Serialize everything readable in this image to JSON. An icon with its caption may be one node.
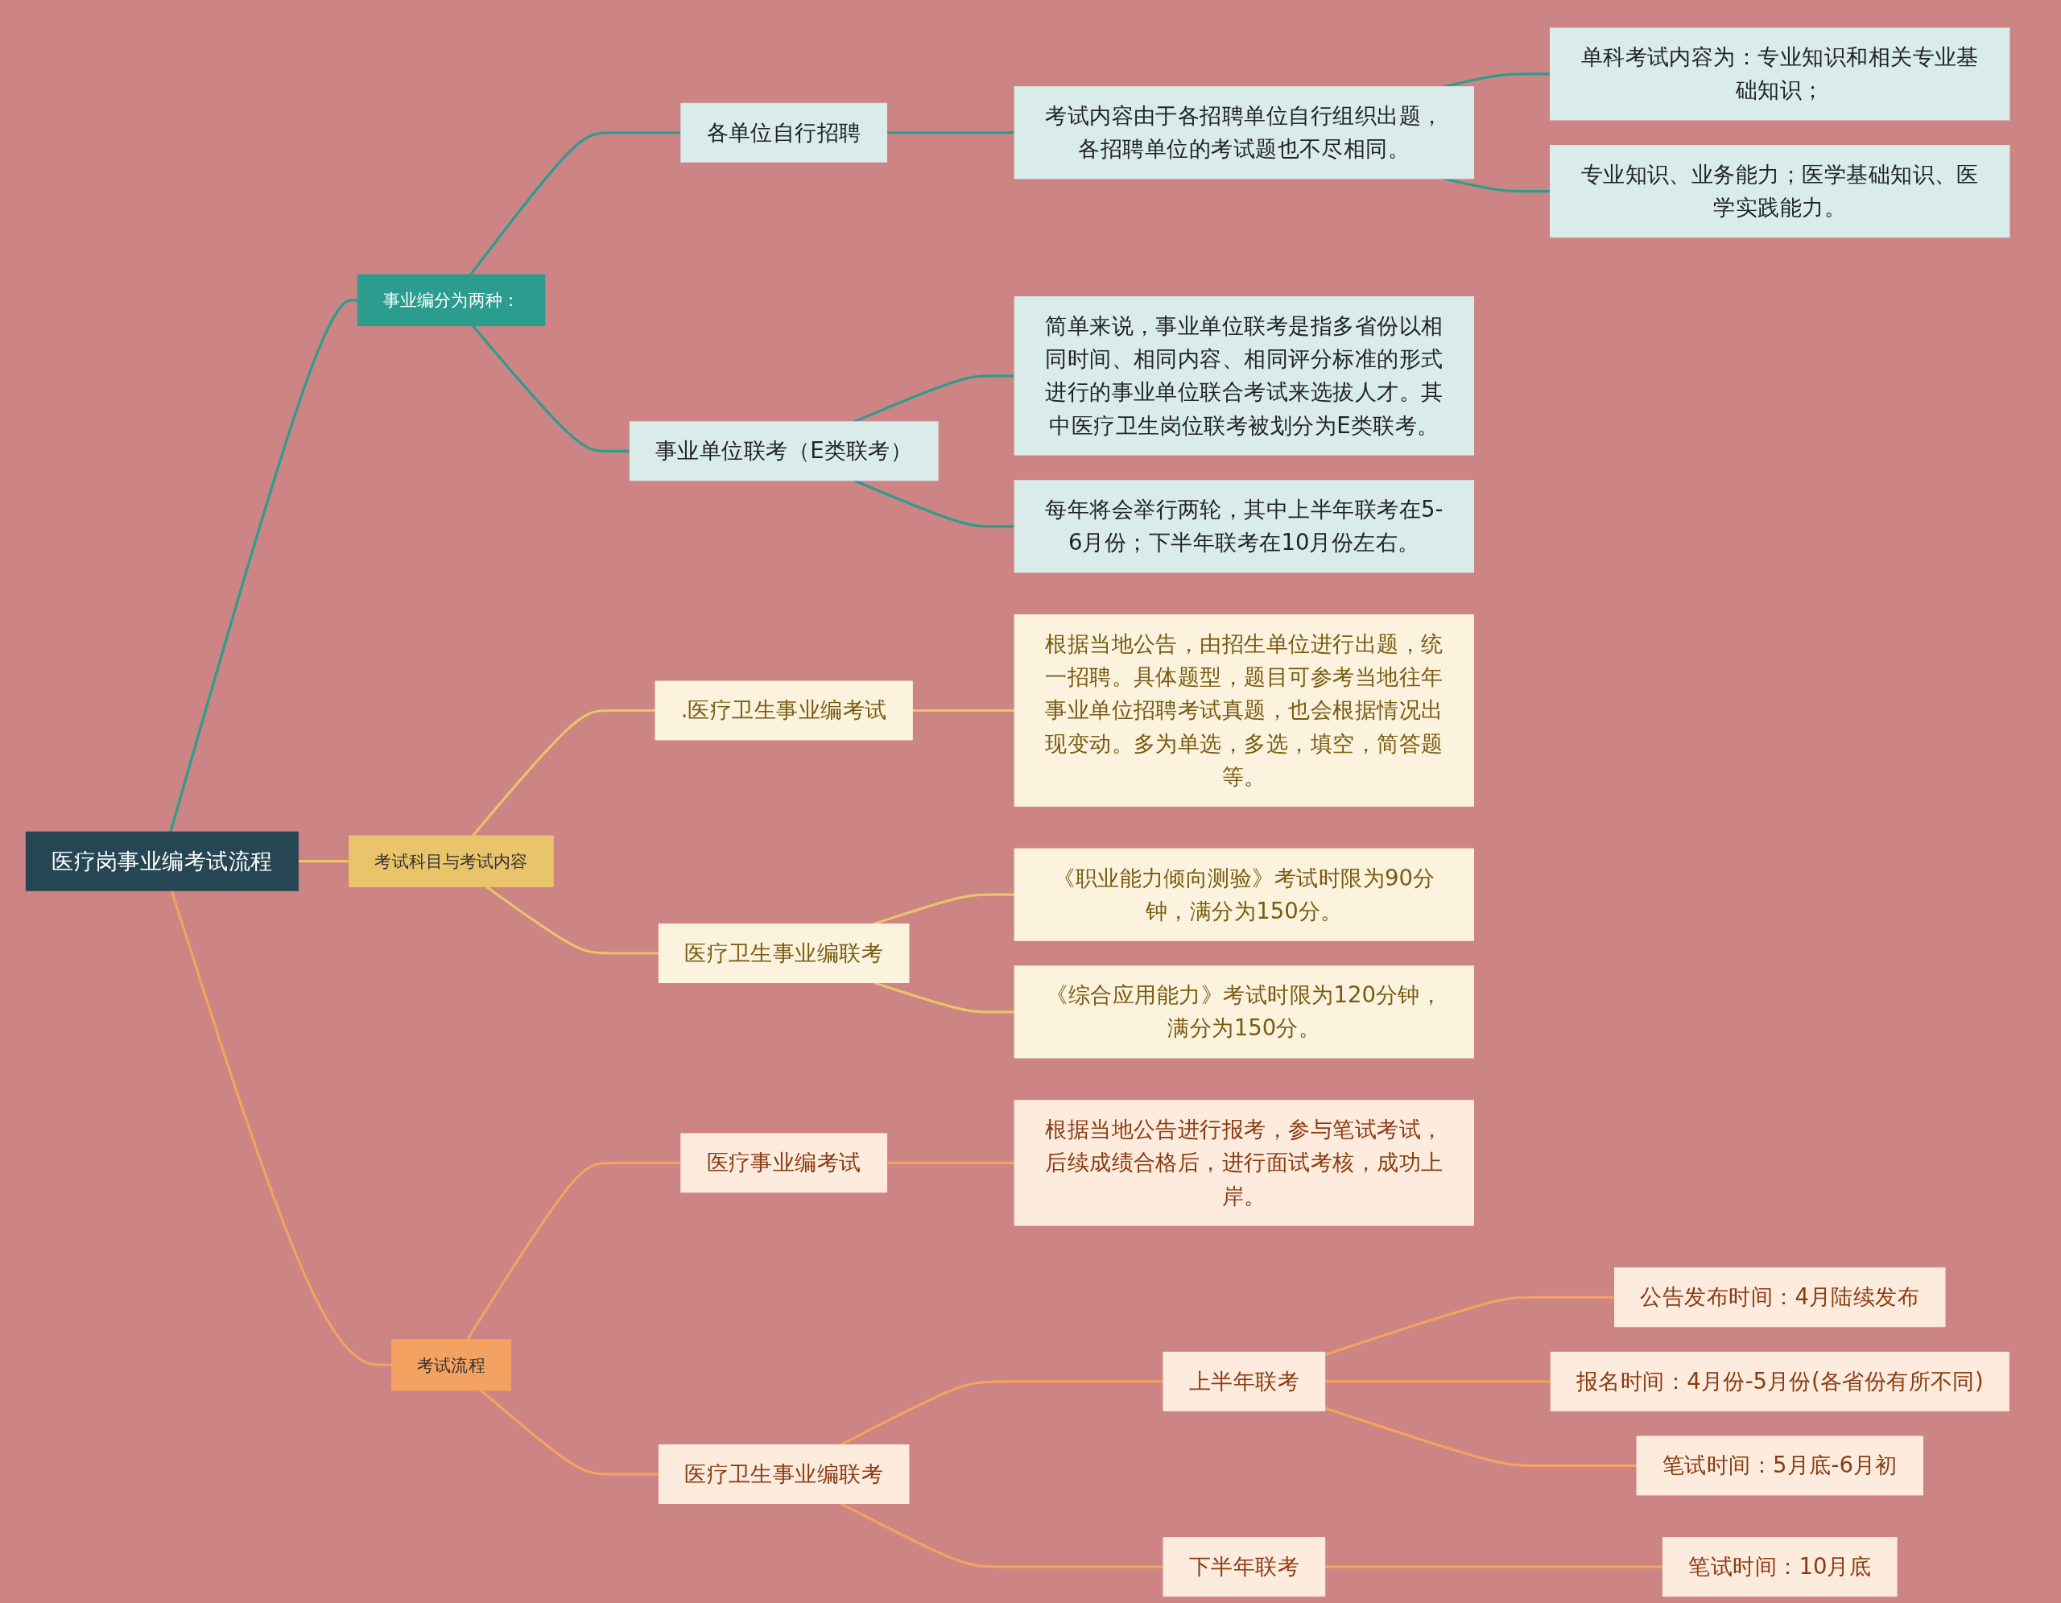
{
  "diagram": {
    "nodes": [
      {
        "text": [
          "医疗岗事业编考试流程"
        ]
      },
      {
        "text": [
          "事业编分为两种："
        ]
      },
      {
        "text": [
          "各单位自行招聘"
        ]
      },
      {
        "text": [
          "考试内容由于各招聘单位自行组织出题，各招聘单位的考试题也不尽相同。"
        ]
      },
      {
        "text": [
          "单科考试内容为：专业知识和相关专业基础知识；"
        ]
      },
      {
        "text": [
          "专业知识、业务能力；医学基础知识、医学实践能力。"
        ]
      },
      {
        "text": [
          "事业单位联考（E类联考）"
        ]
      },
      {
        "text": [
          "简单来说，事业单位联考是指多省份以相同时间、相同内容、相同评分标准的形式进行的事业单位联合考试来选拔人才。其中医疗卫生岗位联考被划分为E类联考。"
        ]
      },
      {
        "text": [
          "每年将会举行两轮，其中上半年联考在5-6月份；下半年联考在10月份左右。"
        ]
      },
      {
        "text": [
          "考试科目与考试内容"
        ]
      },
      {
        "text": [
          ".医疗卫生事业编考试"
        ]
      },
      {
        "text": [
          "根据当地公告，由招生单位进行出题，统一招聘。具体题型，题目可参考当地往年事业单位招聘考试真题，也会根据情况出现变动。多为单选，多选，填空，简答题等。"
        ]
      },
      {
        "text": [
          "医疗卫生事业编联考"
        ]
      },
      {
        "text": [
          "《职业能力倾向测验》考试时限为90分钟，满分为150分。"
        ]
      },
      {
        "text": [
          "《综合应用能力》考试时限为120分钟，满分为150分。"
        ]
      },
      {
        "text": [
          "考试流程"
        ]
      },
      {
        "text": [
          "医疗事业编考试"
        ]
      },
      {
        "text": [
          "根据当地公告进行报考，参与笔试考试，后续成绩合格后，进行面试考核，成功上岸。"
        ]
      },
      {
        "text": [
          "医疗卫生事业编联考"
        ]
      },
      {
        "text": [
          "上半年联考"
        ]
      },
      {
        "text": [
          "公告发布时间：4月陆续发布"
        ]
      },
      {
        "text": [
          "报名时间：4月份-5月份(各省份有所不同)"
        ]
      },
      {
        "text": [
          "笔试时间：5月底-6月初"
        ]
      },
      {
        "text": [
          "下半年联考"
        ]
      },
      {
        "text": [
          "笔试时间：10月底"
        ]
      }
    ],
    "edges": [
      {
        "from": 0,
        "to": 1,
        "arrow": "none",
        "color": "#2a9d8f"
      },
      {
        "from": 1,
        "to": 2,
        "arrow": "none",
        "color": "#2a9d8f"
      },
      {
        "from": 2,
        "to": 3,
        "arrow": "none",
        "color": "#2a9d8f"
      },
      {
        "from": 3,
        "to": 4,
        "arrow": "none",
        "color": "#2a9d8f"
      },
      {
        "from": 3,
        "to": 5,
        "arrow": "none",
        "color": "#2a9d8f"
      },
      {
        "from": 1,
        "to": 6,
        "arrow": "none",
        "color": "#2a9d8f"
      },
      {
        "from": 6,
        "to": 7,
        "arrow": "none",
        "color": "#2a9d8f"
      },
      {
        "from": 6,
        "to": 8,
        "arrow": "none",
        "color": "#2a9d8f"
      },
      {
        "from": 0,
        "to": 9,
        "arrow": "none",
        "color": "#e9c46a"
      },
      {
        "from": 9,
        "to": 10,
        "arrow": "none",
        "color": "#e9c46a"
      },
      {
        "from": 10,
        "to": 11,
        "arrow": "none",
        "color": "#e9c46a"
      },
      {
        "from": 9,
        "to": 12,
        "arrow": "none",
        "color": "#e9c46a"
      },
      {
        "from": 12,
        "to": 13,
        "arrow": "none",
        "color": "#e9c46a"
      },
      {
        "from": 12,
        "to": 14,
        "arrow": "none",
        "color": "#e9c46a"
      },
      {
        "from": 0,
        "to": 15,
        "arrow": "none"
      },
      {
        "from": 15,
        "to": 16,
        "arrow": "none"
      },
      {
        "from": 16,
        "to": 17,
        "arrow": "none"
      },
      {
        "from": 15,
        "to": 18,
        "arrow": "none"
      },
      {
        "from": 18,
        "to": 19,
        "arrow": "none"
      },
      {
        "from": 19,
        "to": 20,
        "arrow": "none"
      },
      {
        "from": 19,
        "to": 21,
        "arrow": "none"
      },
      {
        "from": 19,
        "to": 22,
        "arrow": "none"
      },
      {
        "from": 18,
        "to": 23,
        "arrow": "none"
      },
      {
        "from": 23,
        "to": 24,
        "arrow": "none"
      }
    ]
  }
}
